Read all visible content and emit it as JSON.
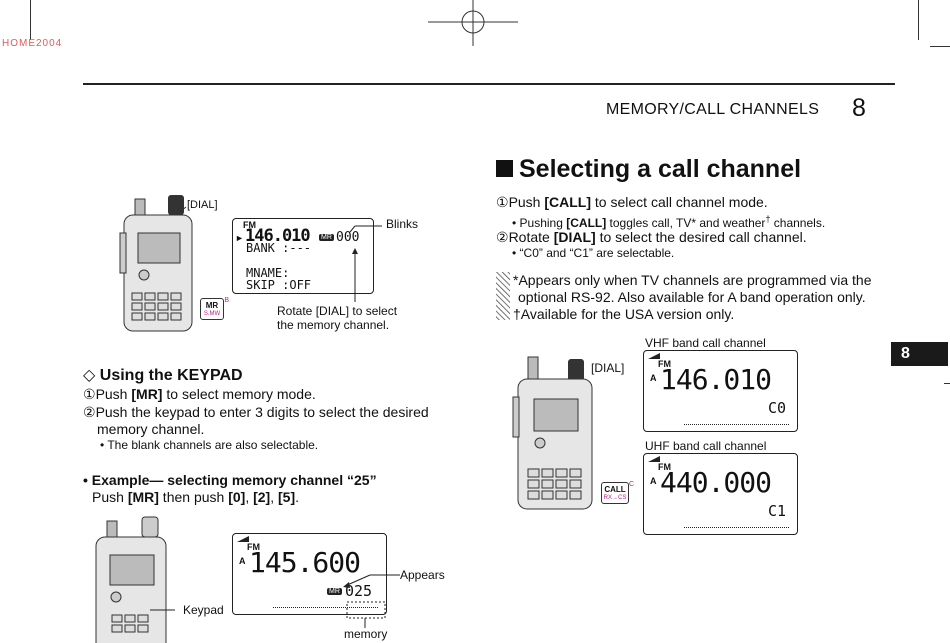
{
  "corner_code": "HOME2004",
  "header": {
    "title": "MEMORY/CALL CHANNELS",
    "chapter": "8"
  },
  "side_tab": "8",
  "left": {
    "fig1": {
      "dial_label": "[DIAL]",
      "blinks_label": "Blinks",
      "lcd_freq": "146.010",
      "lcd_mr": "MR",
      "lcd_ch": "000",
      "lcd_fm": "FM",
      "lcd_bank": "BANK :---",
      "lcd_mname": "MNAME:",
      "lcd_skip": "SKIP :OFF",
      "key_top": "MR",
      "key_bottom": "S.MW",
      "key_corner": "B",
      "note_line1": "Rotate [DIAL] to select",
      "note_line2": "the memory channel."
    },
    "keypad_section": {
      "title": "Using the KEYPAD",
      "s1_num": "①",
      "s1_pre": "Push ",
      "s1_key": "[MR]",
      "s1_post": " to select memory mode.",
      "s2_num": "②",
      "s2_line1": "Push the keypad to enter 3 digits to select the desired",
      "s2_line2": "memory channel.",
      "bullet": "• The blank channels are also selectable.",
      "example_title": "• Example— selecting memory channel “25”",
      "ex_pre": "Push ",
      "ex_mr": "[MR]",
      "ex_mid": " then push ",
      "ex_k0": "[0]",
      "ex_c1": ", ",
      "ex_k2": "[2]",
      "ex_c2": ", ",
      "ex_k5": "[5]",
      "ex_end": "."
    },
    "fig2": {
      "lcd_fm": "FM",
      "lcd_a": "A",
      "lcd_freq": "145.600",
      "lcd_mr": "MR",
      "lcd_ch": "025",
      "appears_label": "Appears",
      "keypad_label": "Keypad",
      "memory_label": "memory"
    }
  },
  "right": {
    "title": "Selecting a call channel",
    "s1_num": "①",
    "s1_pre": "Push ",
    "s1_key": "[CALL]",
    "s1_post": " to select call channel mode.",
    "s1_bullet_pre": "• Pushing ",
    "s1_bullet_key": "[CALL]",
    "s1_bullet_post": " toggles call, TV* and weather",
    "s1_bullet_dag": "†",
    "s1_bullet_end": " channels.",
    "s2_num": "②",
    "s2_pre": "Rotate ",
    "s2_key": "[DIAL]",
    "s2_post": " to select the desired call channel.",
    "s2_bullet": "• “C0” and “C1” are selectable.",
    "note1_line1": "*Appears only when TV channels are programmed via the",
    "note1_line2": "optional RS-92. Also available for A band operation only.",
    "note2": "†Available for the USA version only.",
    "fig": {
      "dial_label": "[DIAL]",
      "vhf_label": "VHF band call channel",
      "uhf_label": "UHF band call channel",
      "vhf_freq": "146.010",
      "vhf_ch": "C0",
      "uhf_freq": "440.000",
      "uhf_ch": "C1",
      "lcd_fm": "FM",
      "lcd_a": "A",
      "key_top": "CALL",
      "key_bottom": "RX→CS",
      "key_corner": "C"
    }
  }
}
